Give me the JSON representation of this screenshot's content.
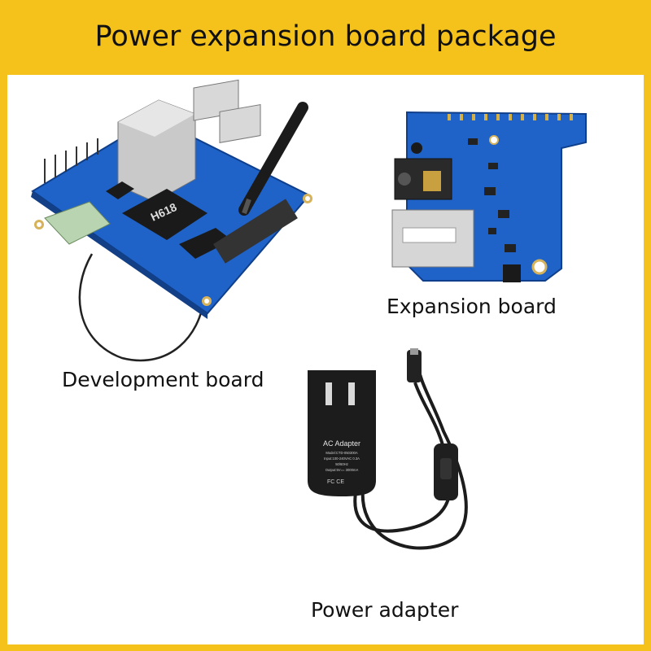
{
  "header": {
    "title": "Power expansion board package"
  },
  "items": {
    "development_board": {
      "caption": "Development board",
      "chip_label": "H618"
    },
    "expansion_board": {
      "caption": "Expansion board"
    },
    "power_adapter": {
      "caption": "Power adapter",
      "label_title": "AC Adapter",
      "label_lines": [
        "Model:CTD-050300A",
        "Input:100-240VAC 0.3A",
        "50/60Hz",
        "Output:5V== 3000mA"
      ]
    }
  },
  "colors": {
    "banner": "#f5c21c",
    "panel": "#ffffff",
    "pcb": "#1f63c9",
    "adapter": "#1c1c1c"
  }
}
